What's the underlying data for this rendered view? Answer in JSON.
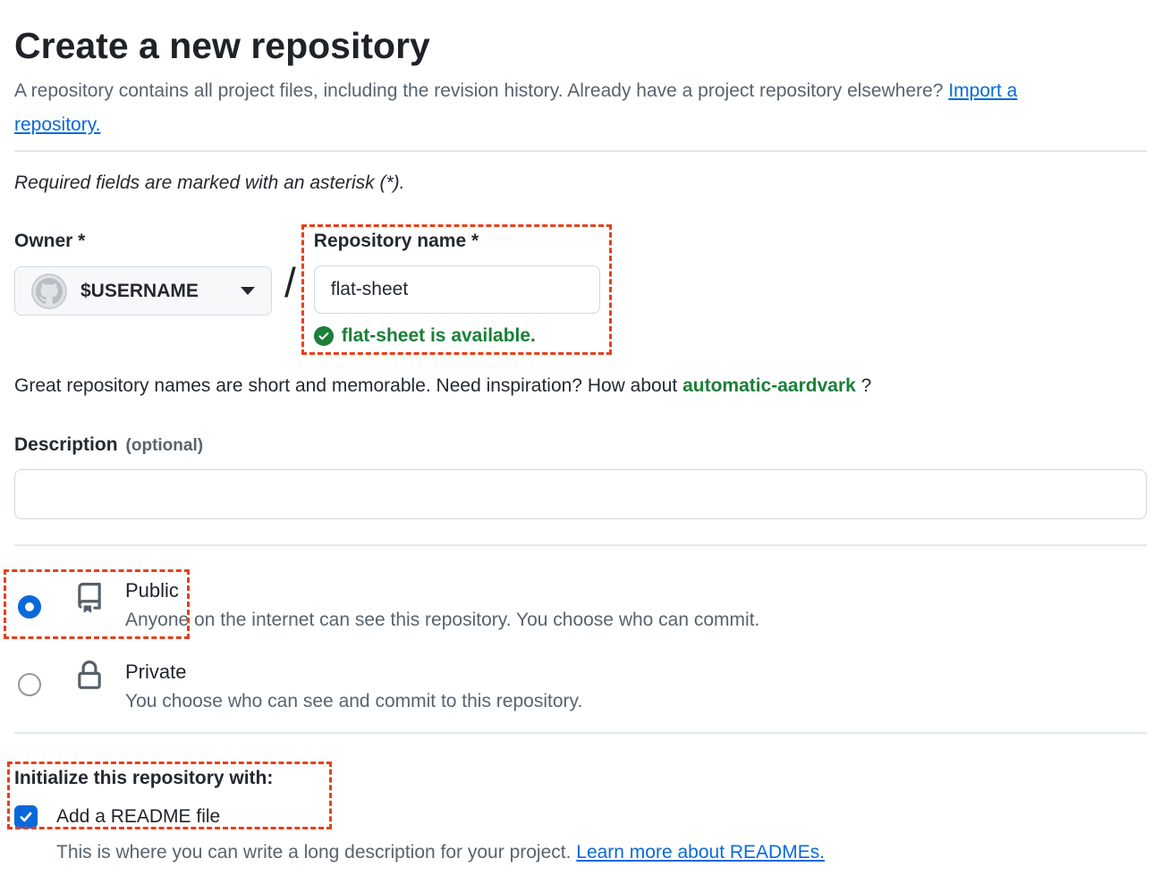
{
  "page": {
    "title": "Create a new repository",
    "intro_text": "A repository contains all project files, including the revision history. Already have a project repository elsewhere? ",
    "import_link": "Import a repository.",
    "required_note": "Required fields are marked with an asterisk (*)."
  },
  "owner": {
    "label": "Owner *",
    "value": "$USERNAME",
    "separator": "/"
  },
  "repo_name": {
    "label": "Repository name *",
    "value": "flat-sheet",
    "availability_message": "flat-sheet is available."
  },
  "inspiration": {
    "text_before": "Great repository names are short and memorable. Need inspiration? How about ",
    "suggestion": "automatic-aardvark",
    "text_after": " ?"
  },
  "description": {
    "label": "Description",
    "optional_tag": "(optional)",
    "value": ""
  },
  "visibility": {
    "public": {
      "label": "Public",
      "description": "Anyone on the internet can see this repository. You choose who can commit.",
      "selected": true
    },
    "private": {
      "label": "Private",
      "description": "You choose who can see and commit to this repository.",
      "selected": false
    }
  },
  "initialize": {
    "heading": "Initialize this repository with:",
    "readme_label": "Add a README file",
    "readme_checked": true,
    "readme_help_text": "This is where you can write a long description for your project. ",
    "readme_link": "Learn more about READMEs."
  },
  "icons": {
    "avatar": "github-octocat-avatar",
    "owner_caret": "chevron-down-icon",
    "availability": "check-circle-icon",
    "public": "repo-book-icon",
    "private": "lock-icon",
    "readme": "checkmark-icon"
  },
  "colors": {
    "accent_blue": "#0969da",
    "success_green": "#1a7f37",
    "text_dark": "#1f2328",
    "text_muted": "#59636e",
    "border": "#d0d7de",
    "button_bg": "#f6f8fa",
    "annotation_orange": "#e8401a"
  }
}
